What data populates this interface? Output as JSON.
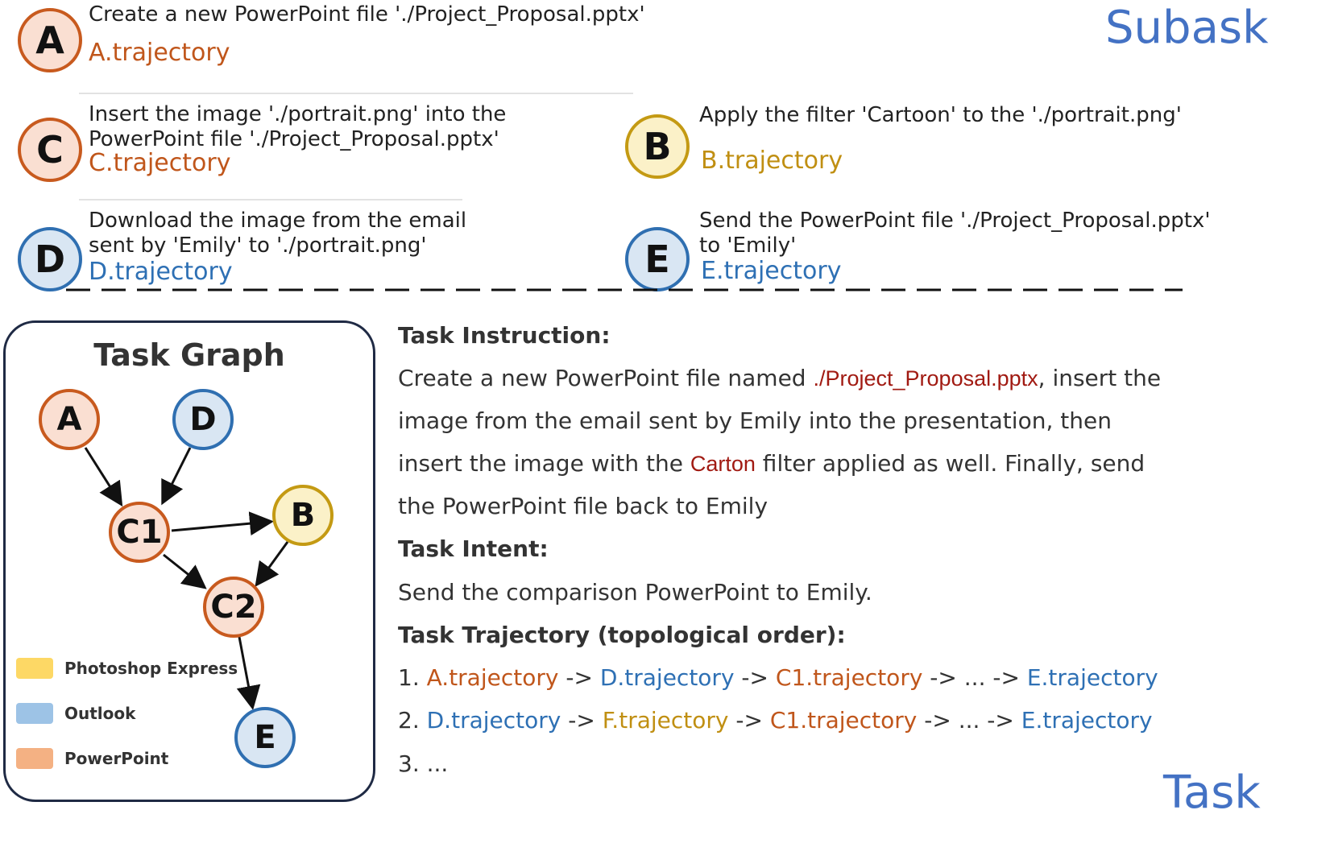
{
  "subask": {
    "title": "Subask",
    "nodes": {
      "A": {
        "letter": "A",
        "line1": "Create a new PowerPoint file './Project_Proposal.pptx'",
        "trajectory": "A.trajectory"
      },
      "C": {
        "letter": "C",
        "line1": "Insert the image './portrait.png' into the",
        "line2": "PowerPoint file './Project_Proposal.pptx'",
        "trajectory": "C.trajectory"
      },
      "B": {
        "letter": "B",
        "line1": "Apply the filter 'Cartoon' to the './portrait.png'",
        "trajectory": "B.trajectory"
      },
      "D": {
        "letter": "D",
        "line1": "Download the image from the email",
        "line2": "sent by 'Emily' to './portrait.png'",
        "trajectory": "D.trajectory"
      },
      "E": {
        "letter": "E",
        "line1": "Send the PowerPoint file './Project_Proposal.pptx'",
        "line2": "to 'Emily'",
        "trajectory": "E.trajectory"
      }
    }
  },
  "graph": {
    "title": "Task Graph",
    "nodes": {
      "A": "A",
      "D": "D",
      "C1": "C1",
      "B": "B",
      "C2": "C2",
      "E": "E"
    },
    "edges": [
      [
        "A",
        "C1"
      ],
      [
        "D",
        "C1"
      ],
      [
        "C1",
        "B"
      ],
      [
        "C1",
        "C2"
      ],
      [
        "B",
        "C2"
      ],
      [
        "C2",
        "E"
      ]
    ],
    "legend": [
      {
        "label": "Photoshop Express",
        "color": "#fdd865"
      },
      {
        "label": "Outlook",
        "color": "#9dc3e6"
      },
      {
        "label": "PowerPoint",
        "color": "#f4b183"
      }
    ]
  },
  "task": {
    "title": "Task",
    "instruction_heading": "Task Instruction:",
    "instruction": {
      "l1_a": "Create a new PowerPoint file named ",
      "l1_file": "./Project_Proposal.pptx",
      "l1_b": ", insert the",
      "l2": "image from the email sent by Emily into the presentation, then",
      "l3_a": "insert the image with the ",
      "l3_filter": "Carton",
      "l3_b": " filter applied as well. Finally, send",
      "l4": "the PowerPoint file back to Emily"
    },
    "intent_heading": "Task Intent:",
    "intent": "Send the comparison PowerPoint to Emily.",
    "trajectory_heading": "Task Trajectory (topological order):",
    "trajectories": {
      "t1": {
        "num": "1. ",
        "a": "A.trajectory",
        "b": "D.trajectory",
        "c": "C1.trajectory",
        "dots": " -> ... -> ",
        "e": "E.trajectory"
      },
      "t2": {
        "num": "2. ",
        "a": "D.trajectory",
        "b": "F.trajectory",
        "c": "C1.trajectory",
        "dots": " -> ... -> ",
        "e": "E.trajectory"
      },
      "t3": "3. ...",
      "arrow": " -> "
    }
  }
}
